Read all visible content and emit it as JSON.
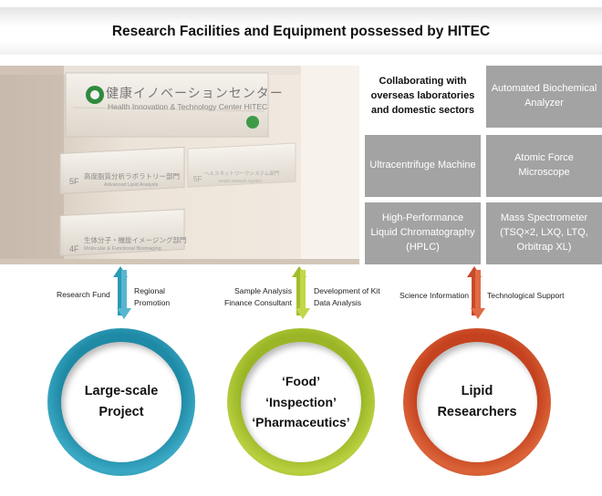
{
  "title": "Research Facilities and Equipment possessed by HITEC",
  "photo": {
    "sign_jp": "健康イノベーションセンター",
    "sign_en": "Health Innovation & Technology Center  HITEC",
    "plate1_floor": "5F",
    "plate1_jp": "高度脂質分析ラボラトリー部門",
    "plate1_en": "Advanced Lipid Analysis",
    "plate2_floor": "4F",
    "plate2_jp": "生体分子・機能イメージング部門",
    "plate2_en": "Molecular & Functional Bioimaging",
    "plate3_floor": "5F",
    "plate3_jp": "ヘルスネットワークシステム部門",
    "plate3_en": "Health Network System"
  },
  "grid": {
    "collab": "Collaborating with overseas laboratories and domestic sectors",
    "analyzer": "Automated Biochemical Analyzer",
    "centrifuge": "Ultracentrifuge Machine",
    "afm": "Atomic Force Microscope",
    "hplc": "High-Performance Liquid Chromatography (HPLC)",
    "mass": "Mass Spectrometer (TSQ×2, LXQ, LTQ, Orbitrap XL)"
  },
  "flows": {
    "left_in": "Research Fund",
    "left_out_1": "Regional",
    "left_out_2": "Promotion",
    "mid_in_1": "Sample Analysis",
    "mid_in_2": "Finance Consultant",
    "mid_out_1": "Development of Kit",
    "mid_out_2": "Data Analysis",
    "right_in": "Science Information",
    "right_out": "Technological Support"
  },
  "circles": {
    "left_1": "Large-scale",
    "left_2": "Project",
    "mid_1": "‘Food’",
    "mid_2": "‘Inspection’",
    "mid_3": "‘Pharmaceutics’",
    "right_1": "Lipid",
    "right_2": "Researchers"
  },
  "colors": {
    "blue": "#2a9ab5",
    "green": "#a3bd2a",
    "red": "#c84a28",
    "cell_gray": "#a3a3a3"
  }
}
